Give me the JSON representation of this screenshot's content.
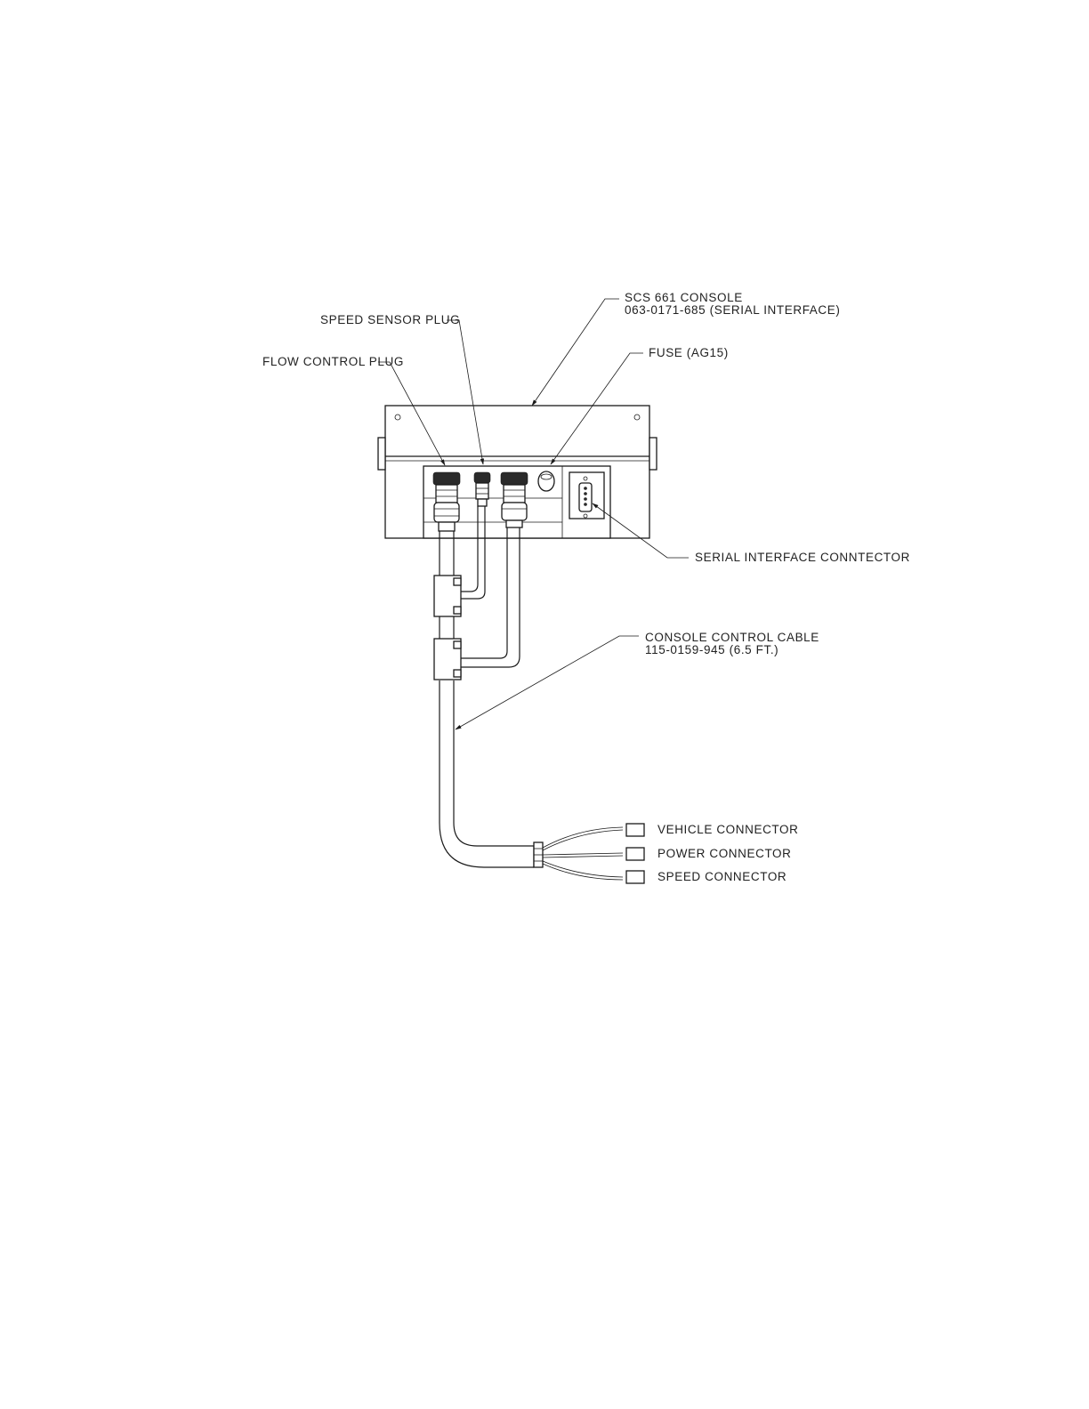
{
  "callouts": {
    "console_line1": "SCS 661 CONSOLE",
    "console_line2": "063-0171-685 (SERIAL INTERFACE)",
    "speed_sensor_plug": "SPEED SENSOR PLUG",
    "flow_control_plug": "FLOW CONTROL PLUG",
    "fuse": "FUSE (AG15)",
    "serial_interface_connector": "SERIAL INTERFACE CONNTECTOR",
    "cable_line1": "CONSOLE CONTROL CABLE",
    "cable_line2": "115-0159-945 (6.5 FT.)",
    "vehicle_connector": "VEHICLE CONNECTOR",
    "power_connector": "POWER CONNECTOR",
    "speed_connector": "SPEED CONNECTOR"
  },
  "colors": {
    "ink": "#1a1a1a",
    "paper": "#ffffff"
  }
}
